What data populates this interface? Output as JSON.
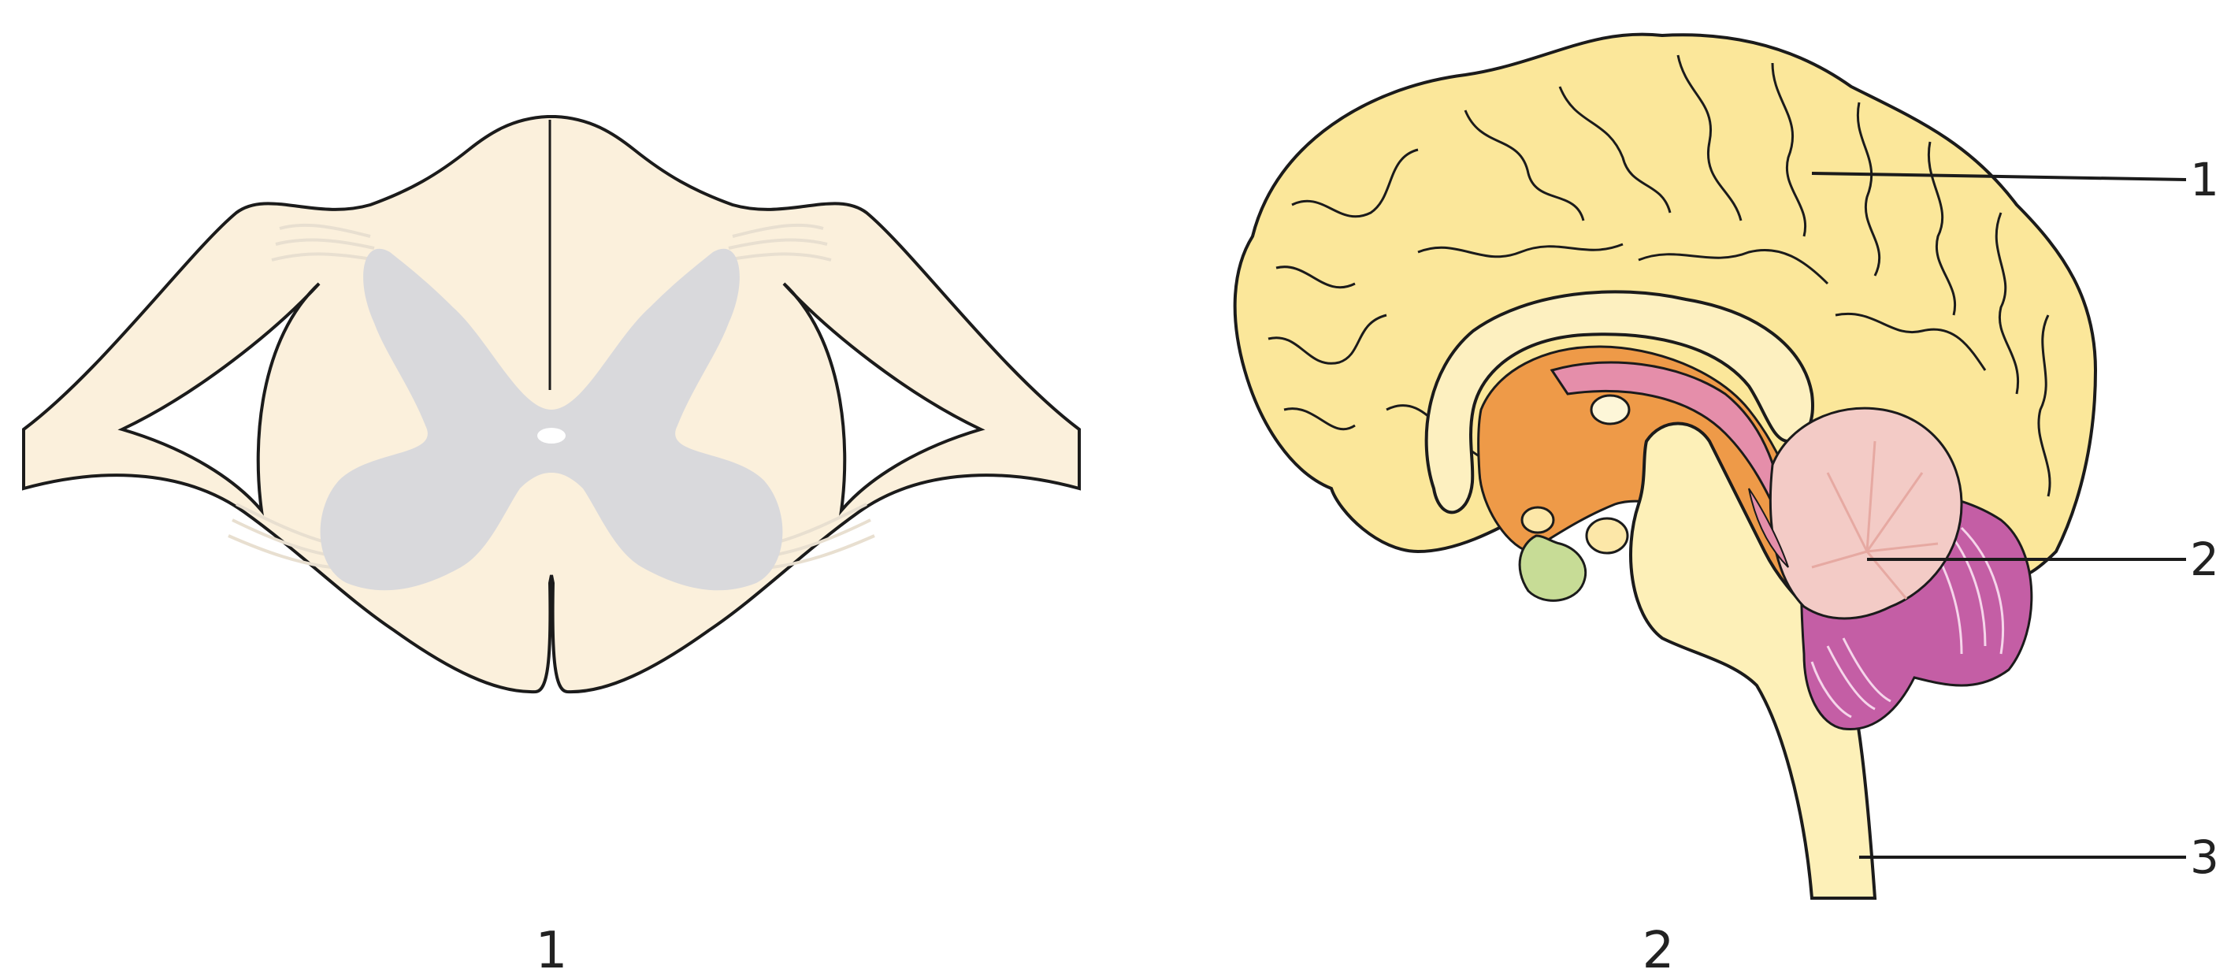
{
  "figures": [
    {
      "id": "spinal-cord",
      "caption": "1"
    },
    {
      "id": "brain",
      "caption": "2"
    }
  ],
  "callouts": [
    "1",
    "2",
    "3"
  ],
  "colors": {
    "white_matter": "#fbf0dc",
    "grey_matter": "#d9d9dc",
    "outline": "#1b1b1b",
    "cerebrum": "#fbe79a",
    "cerebrum_shade": "#e9c969",
    "brainstem": "#fdf0b8",
    "diencephalon": "#ee9a48",
    "cerebellum_pink": "#f3cbc6",
    "cerebellum_purple": "#c45ea5",
    "pituitary": "#c7dc96",
    "callosum_pink": "#e58eaa"
  }
}
